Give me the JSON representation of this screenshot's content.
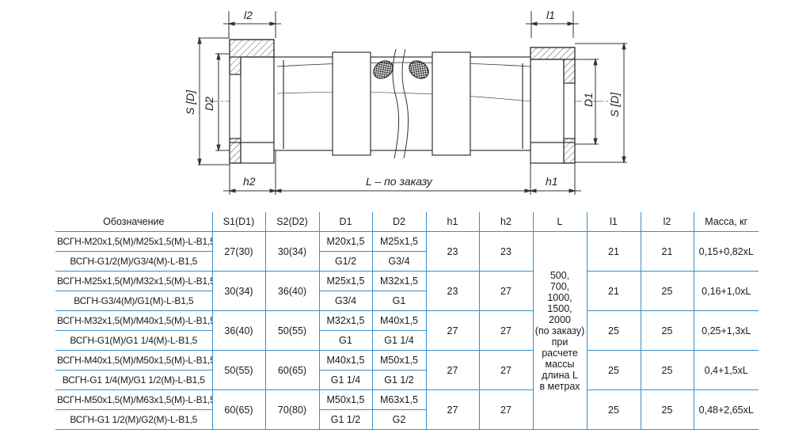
{
  "drawing": {
    "labels": {
      "l2": "l2",
      "l1": "l1",
      "s_left": "S [D]",
      "d2": "D2",
      "d1": "D1",
      "s_right": "S [D]",
      "h2": "h2",
      "h1": "h1",
      "length": "L – по заказу"
    }
  },
  "table": {
    "headers": [
      "Обозначение",
      "S1(D1)",
      "S2(D2)",
      "D1",
      "D2",
      "h1",
      "h2",
      "L",
      "l1",
      "l2",
      "Масса, кг"
    ],
    "length_note": "500,\n700,\n1000,\n1500,\n2000\n(по заказу)\nпри расчете\nмассы\nдлина L\nв метрах",
    "groups": [
      {
        "des_metric": "ВСГН-М20х1,5(М)/М25х1,5(М)-L-В1,5",
        "des_pipe": "ВСГН-G1/2(М)/G3/4(М)-L-В1,5",
        "s1": "27(30)",
        "s2": "30(34)",
        "d1_metric": "М20х1,5",
        "d2_metric": "М25х1,5",
        "d1_pipe": "G1/2",
        "d2_pipe": "G3/4",
        "h1": "23",
        "h2": "23",
        "l1": "21",
        "l2": "21",
        "mass": "0,15+0,82хL"
      },
      {
        "des_metric": "ВСГН-М25х1,5(М)/М32х1,5(М)-L-В1,5",
        "des_pipe": "ВСГН-G3/4(М)/G1(М)-L-В1,5",
        "s1": "30(34)",
        "s2": "36(40)",
        "d1_metric": "М25х1,5",
        "d2_metric": "М32х1,5",
        "d1_pipe": "G3/4",
        "d2_pipe": "G1",
        "h1": "23",
        "h2": "27",
        "l1": "21",
        "l2": "25",
        "mass": "0,16+1,0хL"
      },
      {
        "des_metric": "ВСГН-М32х1,5(М)/М40х1,5(М)-L-В1,5",
        "des_pipe": "ВСГН-G1(М)/G1 1/4(М)-L-В1,5",
        "s1": "36(40)",
        "s2": "50(55)",
        "d1_metric": "М32х1,5",
        "d2_metric": "М40х1,5",
        "d1_pipe": "G1",
        "d2_pipe": "G1 1/4",
        "h1": "27",
        "h2": "27",
        "l1": "25",
        "l2": "25",
        "mass": "0,25+1,3хL"
      },
      {
        "des_metric": "ВСГН-М40х1,5(М)/М50х1,5(М)-L-В1,5",
        "des_pipe": "ВСГН-G1 1/4(М)/G1 1/2(М)-L-В1,5",
        "s1": "50(55)",
        "s2": "60(65)",
        "d1_metric": "М40х1,5",
        "d2_metric": "М50х1,5",
        "d1_pipe": "G1 1/4",
        "d2_pipe": "G1 1/2",
        "h1": "27",
        "h2": "27",
        "l1": "25",
        "l2": "25",
        "mass": "0,4+1,5хL"
      },
      {
        "des_metric": "ВСГН-М50х1,5(М)/М63х1,5(М)-L-В1,5",
        "des_pipe": "ВСГН-G1 1/2(М)/G2(М)-L-В1,5",
        "s1": "60(65)",
        "s2": "70(80)",
        "d1_metric": "М50х1,5",
        "d2_metric": "М63х1,5",
        "d1_pipe": "G1 1/2",
        "d2_pipe": "G2",
        "h1": "27",
        "h2": "27",
        "l1": "25",
        "l2": "25",
        "mass": "0,48+2,65хL"
      }
    ]
  }
}
